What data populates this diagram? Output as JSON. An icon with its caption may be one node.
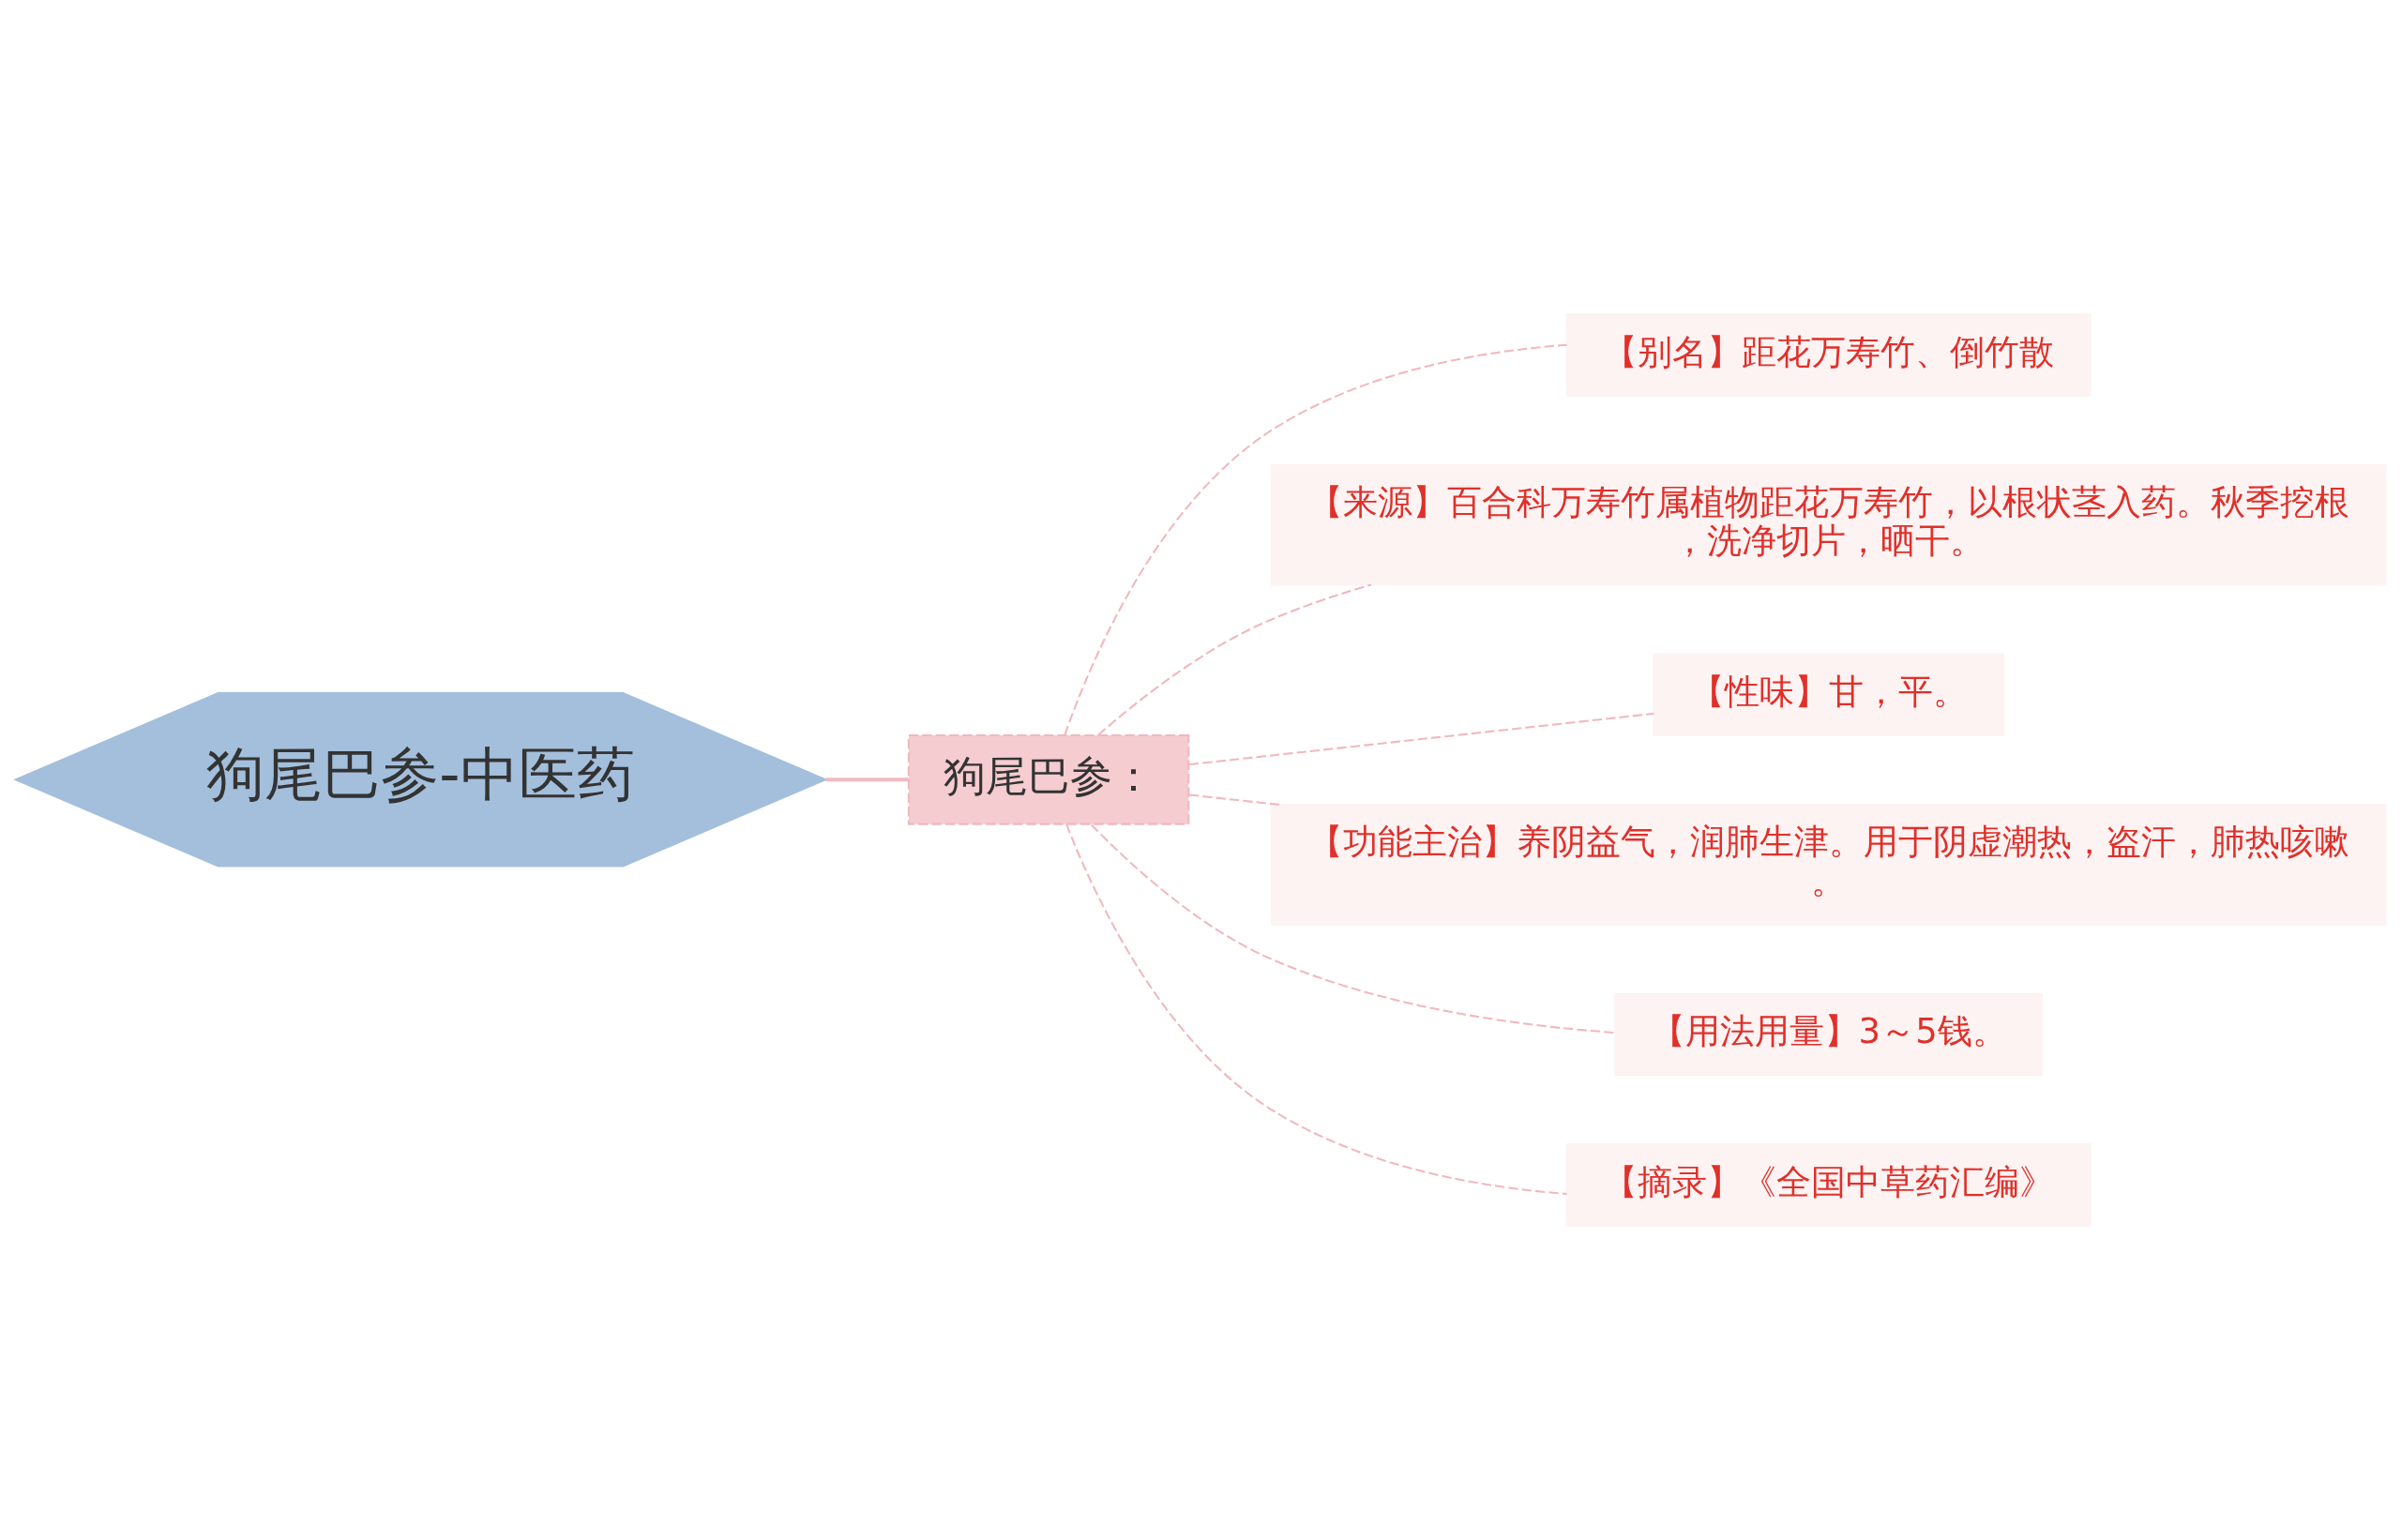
{
  "diagram": {
    "nodes": [
      {
        "text": [
          "狗尾巴参-中医药"
        ]
      },
      {
        "text": [
          "狗尾巴参："
        ]
      },
      {
        "text": [
          "【别名】距花万寿竹、倒竹散"
        ]
      },
      {
        "text": [
          "【来源】百合科万寿竹属植物距花万寿竹，以根状茎入药。秋季挖根，洗净切片，晒干。"
        ]
      },
      {
        "text": [
          "【性味】甘，平。"
        ]
      },
      {
        "text": [
          "【功能主治】养阴益气，润肺生津。用于阴虚潮热，盗汗，肺热咳嗽。"
        ]
      },
      {
        "text": [
          "【用法用量】3～5钱。"
        ]
      },
      {
        "text": [
          "【摘录】《全国中草药汇编》"
        ]
      }
    ],
    "edges": [
      {
        "from": 0,
        "to": 1,
        "arrow": "none"
      },
      {
        "from": 1,
        "to": 2,
        "arrow": "none",
        "style": "dashed"
      },
      {
        "from": 1,
        "to": 3,
        "arrow": "none",
        "style": "dashed"
      },
      {
        "from": 1,
        "to": 4,
        "arrow": "none",
        "style": "dashed"
      },
      {
        "from": 1,
        "to": 5,
        "arrow": "none",
        "style": "dashed"
      },
      {
        "from": 1,
        "to": 6,
        "arrow": "none",
        "style": "dashed"
      },
      {
        "from": 1,
        "to": 7,
        "arrow": "none",
        "style": "dashed"
      }
    ]
  }
}
